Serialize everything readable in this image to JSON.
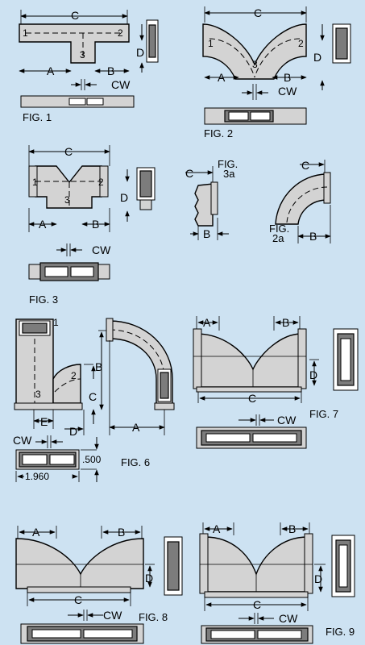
{
  "figures": [
    {
      "id": "fig1",
      "caption": "FIG. 1"
    },
    {
      "id": "fig2",
      "caption": "FIG. 2"
    },
    {
      "id": "fig3",
      "caption": "FIG. 3"
    },
    {
      "id": "fig3a",
      "caption_line1": "FIG.",
      "caption_line2": "3a"
    },
    {
      "id": "fig2a",
      "caption_line1": "FIG.",
      "caption_line2": "2a"
    },
    {
      "id": "fig6",
      "caption": "FIG. 6"
    },
    {
      "id": "fig7",
      "caption": "FIG. 7"
    },
    {
      "id": "fig8",
      "caption": "FIG. 8"
    },
    {
      "id": "fig9",
      "caption": "FIG. 9"
    }
  ],
  "labels": {
    "A": "A",
    "B": "B",
    "C": "C",
    "D": "D",
    "E": "E",
    "CW": "CW",
    "port1": "1",
    "port2": "2",
    "port3": "3"
  },
  "fig6_dims": {
    "height": ".500",
    "width": "1.960"
  }
}
